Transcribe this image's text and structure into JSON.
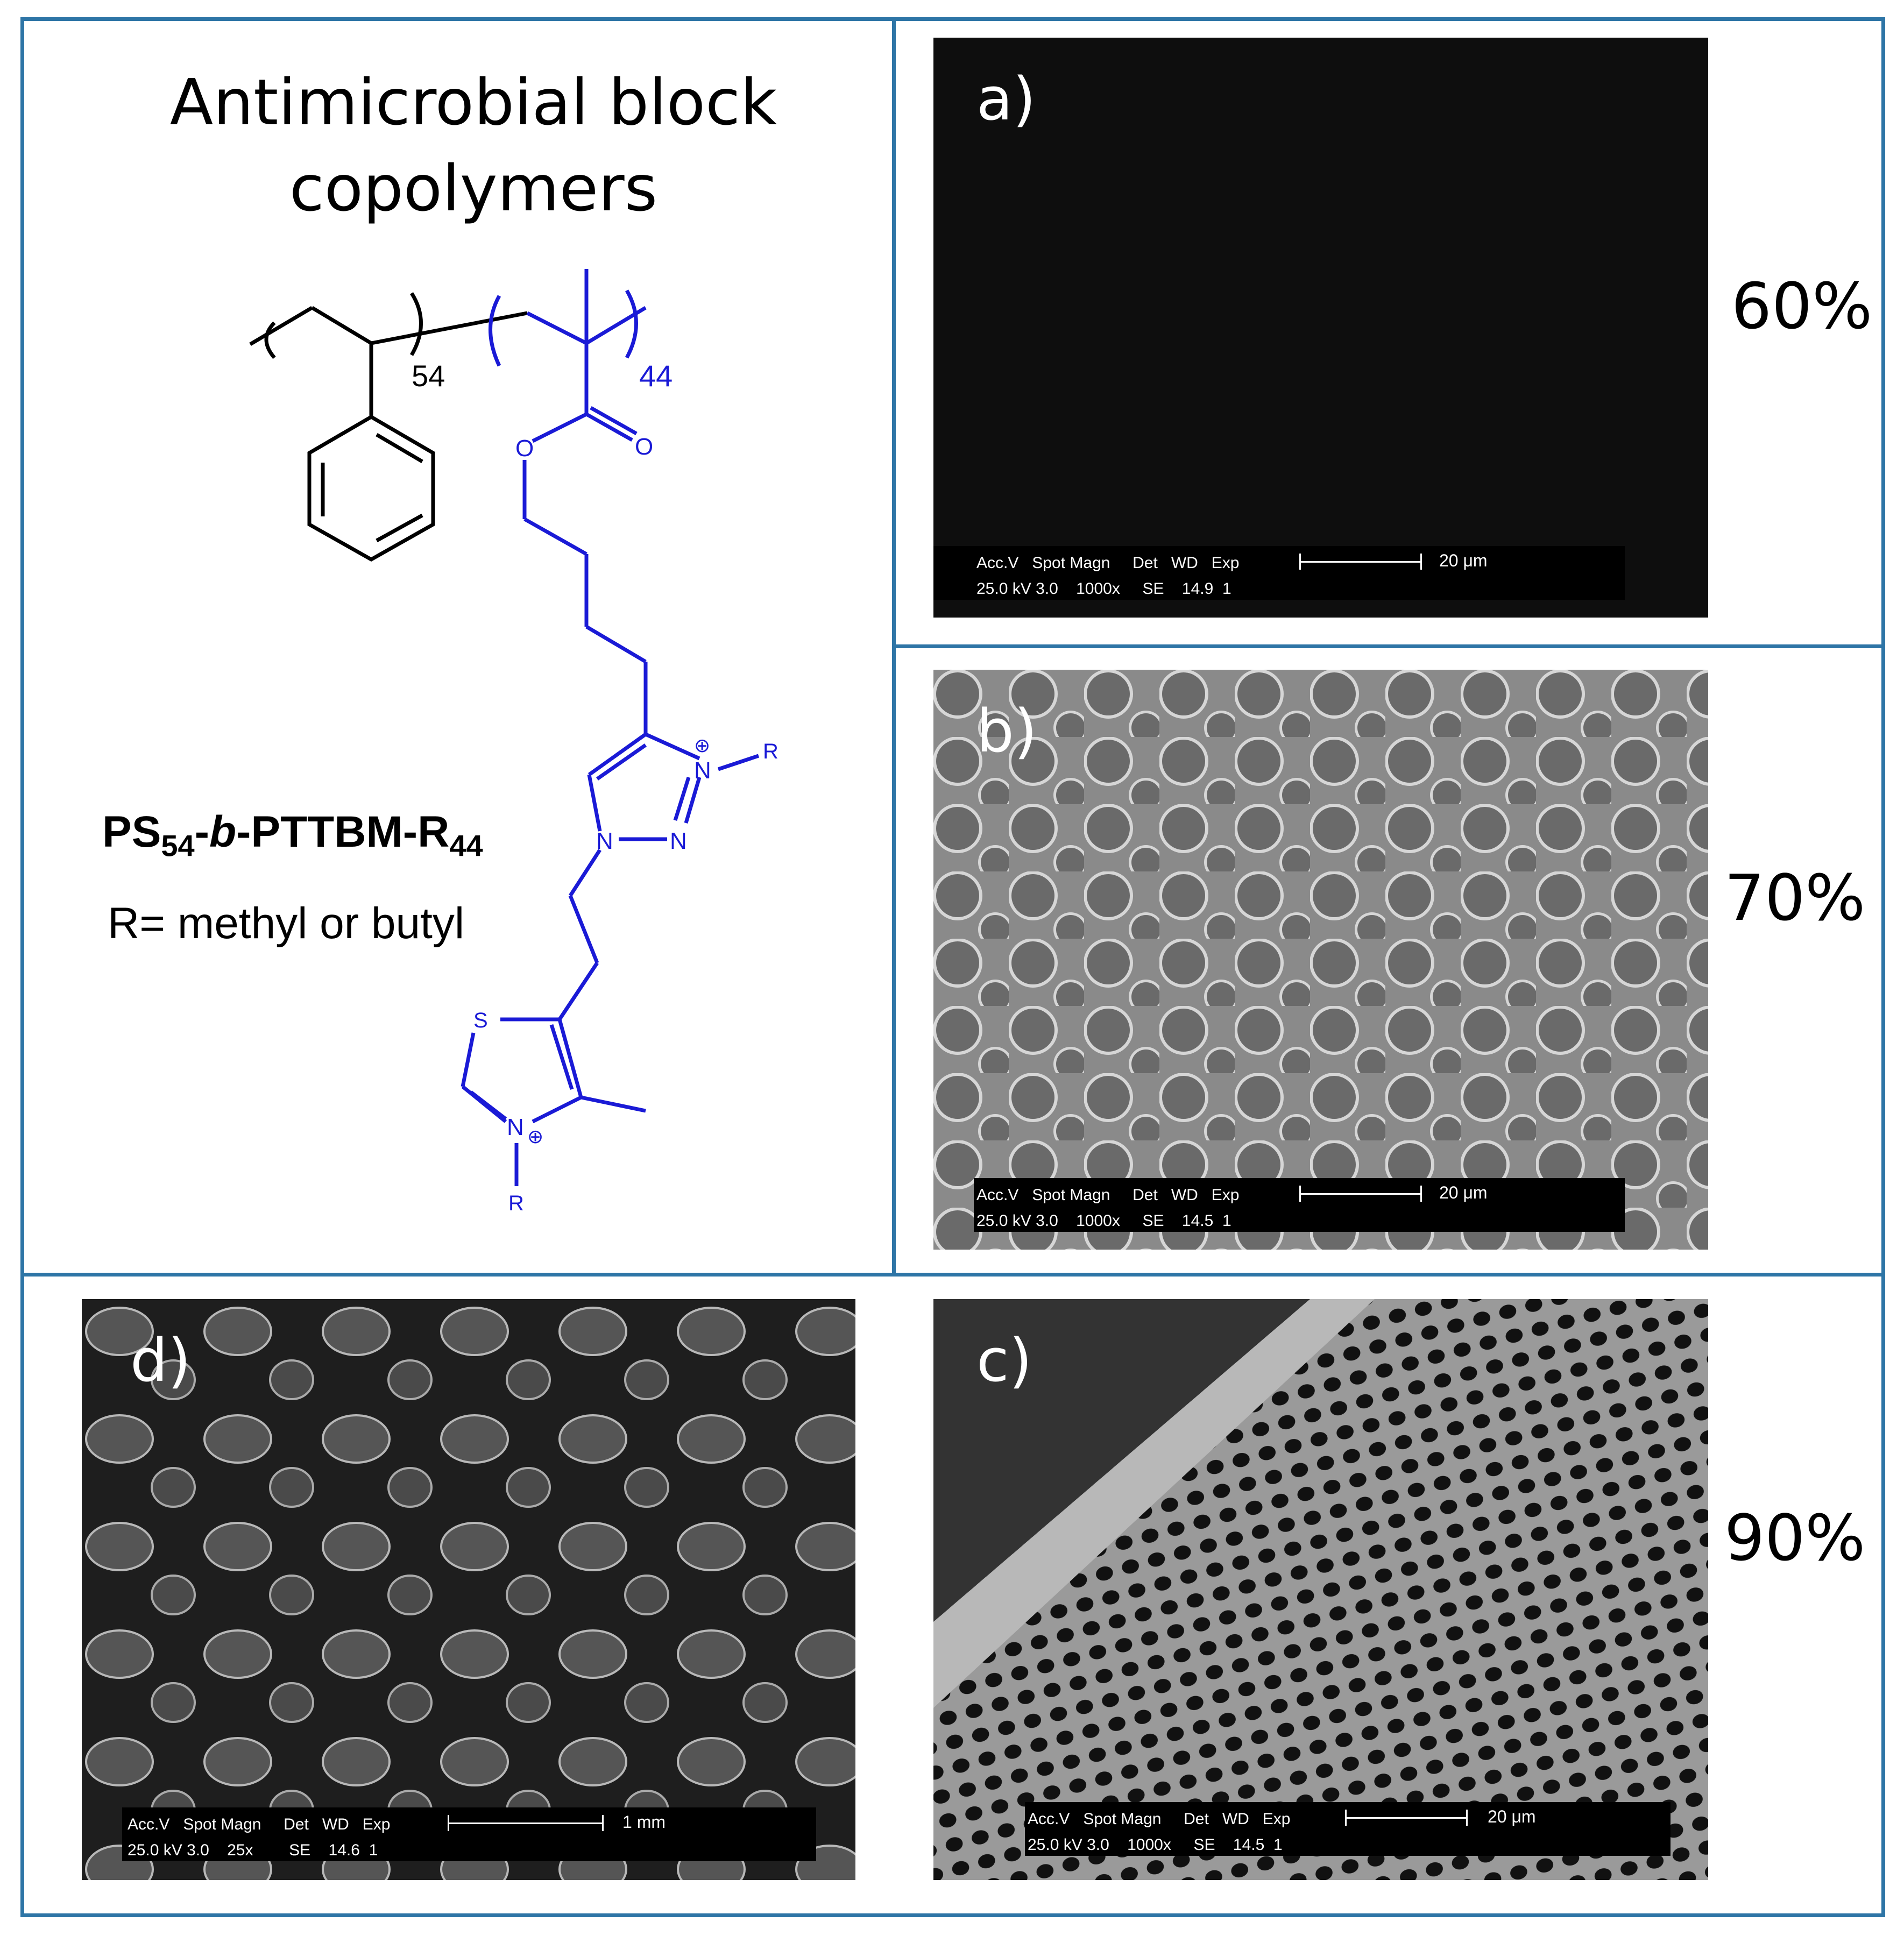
{
  "title": "Antimicrobial block copolymers",
  "structure": {
    "ps_subscript": "54",
    "ptt_subscript": "44",
    "atom_O1": "O",
    "atom_O2": "O",
    "atom_N_plus": "N",
    "atom_N_ring1": "N",
    "atom_N_ring2": "N",
    "atom_R1": "R",
    "atom_S": "S",
    "atom_N_thiazolium": "N",
    "atom_R2": "R",
    "charge": "⊕",
    "colors": {
      "ps_block": "#000000",
      "ptt_block": "#1a1ad6"
    }
  },
  "polymer": {
    "name_part1": "PS",
    "name_sub1": "54",
    "name_part2": "-",
    "name_italic": "b",
    "name_part3": "-PTTBM-R",
    "name_sub2": "44",
    "r_definition": "R= methyl or butyl"
  },
  "panels": {
    "a": {
      "label": "a)",
      "percent": "60%",
      "header": "Acc.V   Spot Magn     Det   WD   Exp",
      "values": "25.0 kV 3.0    1000x     SE    14.9  1",
      "scale": "20 μm"
    },
    "b": {
      "label": "b)",
      "percent": "70%",
      "header": "Acc.V   Spot Magn     Det   WD   Exp",
      "values": "25.0 kV 3.0    1000x     SE    14.5  1",
      "scale": "20 μm"
    },
    "c": {
      "label": "c)",
      "percent": "90%",
      "header": "Acc.V   Spot Magn     Det   WD   Exp",
      "values": "25.0 kV 3.0    1000x     SE    14.5  1",
      "scale": "20 μm"
    },
    "d": {
      "label": "d)",
      "header": "Acc.V   Spot Magn     Det   WD   Exp",
      "values": "25.0 kV 3.0    25x        SE    14.6  1",
      "scale": "1 mm"
    }
  },
  "colors": {
    "border": "#2e75a6"
  }
}
